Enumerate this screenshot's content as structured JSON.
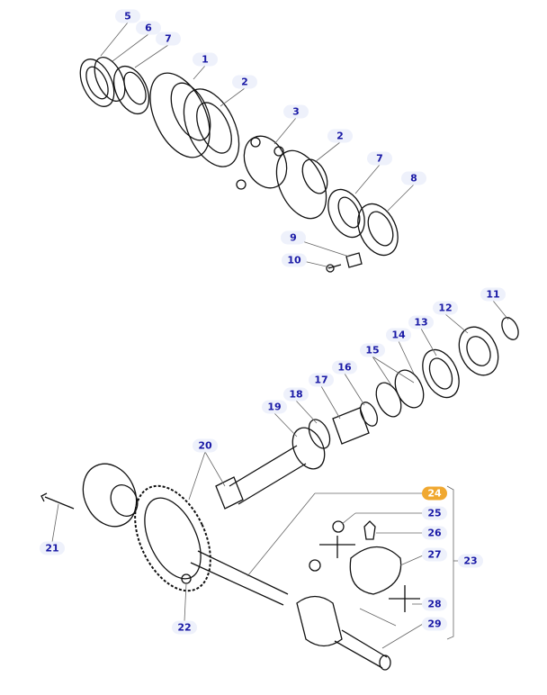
{
  "diagram": {
    "highlight_color": "#f0a830",
    "label_color": "#1a1aa6",
    "callouts": [
      {
        "id": "c5",
        "text": "5"
      },
      {
        "id": "c6",
        "text": "6"
      },
      {
        "id": "c7a",
        "text": "7"
      },
      {
        "id": "c1",
        "text": "1"
      },
      {
        "id": "c2a",
        "text": "2"
      },
      {
        "id": "c3",
        "text": "3"
      },
      {
        "id": "c2b",
        "text": "2"
      },
      {
        "id": "c7b",
        "text": "7"
      },
      {
        "id": "c8",
        "text": "8"
      },
      {
        "id": "c9",
        "text": "9"
      },
      {
        "id": "c10",
        "text": "10"
      },
      {
        "id": "c11",
        "text": "11"
      },
      {
        "id": "c12",
        "text": "12"
      },
      {
        "id": "c13",
        "text": "13"
      },
      {
        "id": "c14",
        "text": "14"
      },
      {
        "id": "c15",
        "text": "15"
      },
      {
        "id": "c16",
        "text": "16"
      },
      {
        "id": "c17",
        "text": "17"
      },
      {
        "id": "c18",
        "text": "18"
      },
      {
        "id": "c19",
        "text": "19"
      },
      {
        "id": "c20",
        "text": "20"
      },
      {
        "id": "c21",
        "text": "21"
      },
      {
        "id": "c22",
        "text": "22"
      },
      {
        "id": "c23",
        "text": "23"
      },
      {
        "id": "c24",
        "text": "24",
        "highlighted": true
      },
      {
        "id": "c25",
        "text": "25"
      },
      {
        "id": "c26",
        "text": "26"
      },
      {
        "id": "c27",
        "text": "27"
      },
      {
        "id": "c28",
        "text": "28"
      },
      {
        "id": "c29",
        "text": "29"
      }
    ]
  }
}
